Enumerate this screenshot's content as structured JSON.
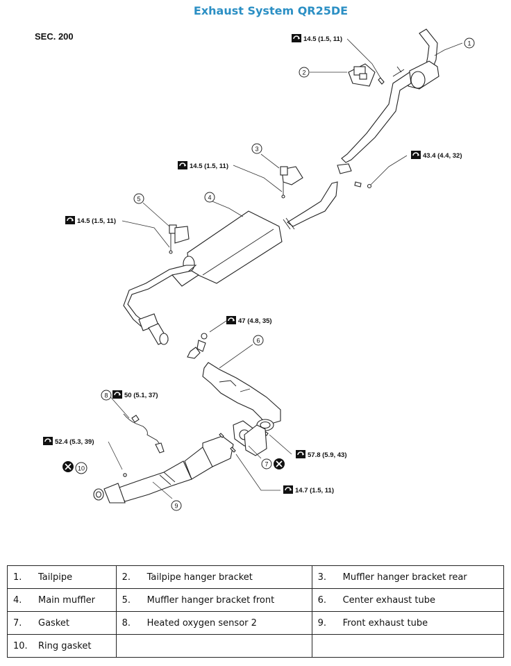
{
  "title": "Exhaust System QR25DE",
  "section": "SEC. 200",
  "callouts": [
    "1",
    "2",
    "3",
    "4",
    "5",
    "6",
    "7",
    "8",
    "9",
    "10"
  ],
  "torques": [
    "14.5 (1.5, 11)",
    "14.5 (1.5, 11)",
    "14.5 (1.5, 11)",
    "43.4 (4.4, 32)",
    "47 (4.8, 35)",
    "50 (5.1, 37)",
    "52.4 (5.3, 39)",
    "57.8 (5.9, 43)",
    "14.7 (1.5, 11)"
  ],
  "legend": [
    [
      {
        "num": "1.",
        "label": "Tailpipe"
      },
      {
        "num": "2.",
        "label": "Tailpipe hanger bracket"
      },
      {
        "num": "3.",
        "label": "Muffler hanger bracket rear"
      }
    ],
    [
      {
        "num": "4.",
        "label": "Main muffler"
      },
      {
        "num": "5.",
        "label": "Muffler hanger bracket front"
      },
      {
        "num": "6.",
        "label": "Center exhaust tube"
      }
    ],
    [
      {
        "num": "7.",
        "label": "Gasket"
      },
      {
        "num": "8.",
        "label": "Heated oxygen sensor 2"
      },
      {
        "num": "9.",
        "label": "Front exhaust tube"
      }
    ],
    [
      {
        "num": "10.",
        "label": "Ring gasket"
      },
      {
        "num": "",
        "label": ""
      },
      {
        "num": "",
        "label": ""
      }
    ]
  ]
}
